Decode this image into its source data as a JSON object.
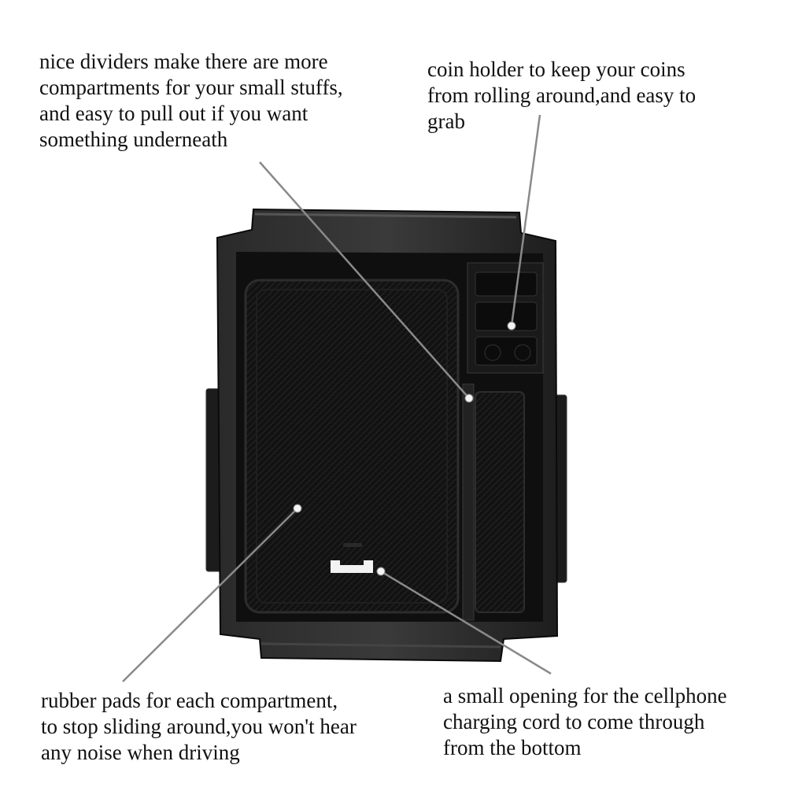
{
  "callouts": {
    "dividers": {
      "lines": [
        "nice dividers make there are more",
        "compartments for your small stuffs,",
        "and easy to pull out if you want",
        "something underneath"
      ]
    },
    "coin_holder": {
      "lines": [
        "coin holder to keep your coins",
        "from rolling around,and easy to",
        "grab"
      ]
    },
    "rubber_pads": {
      "lines": [
        "rubber pads for each compartment,",
        "to stop sliding around,you won't hear",
        "any noise when driving"
      ]
    },
    "opening": {
      "lines": [
        "a small opening for the cellphone",
        "charging cord to come through",
        "from the bottom"
      ]
    }
  },
  "colors": {
    "tray": "#141414",
    "leader": "#8a8a8a",
    "text": "#111111"
  }
}
